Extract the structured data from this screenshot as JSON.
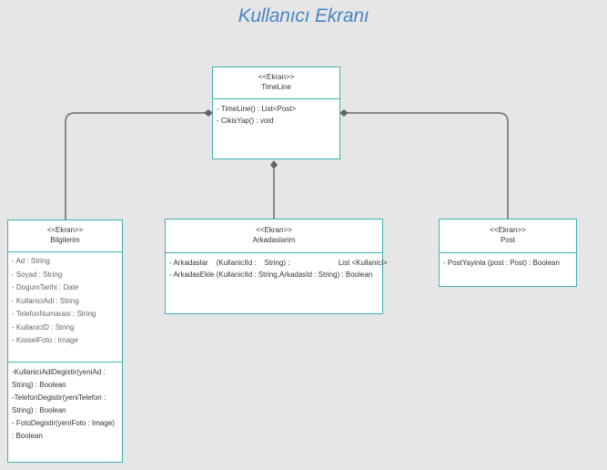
{
  "title": "Kullanıcı Ekranı",
  "classes": {
    "timeline": {
      "stereotype": "<<Ekran>>",
      "name": "TimeLine",
      "methods": [
        "- TimeLine() : List<Post>",
        "- CikisYap() : void"
      ]
    },
    "bilgilerim": {
      "stereotype": "<<Ekran>>",
      "name": "Bilgilerim",
      "attributes": [
        "- Ad : String",
        "- Soyad : String",
        "- DogumTarihi : Date",
        "- KullaniciAdi : String",
        "- TelefonNumarasi : String",
        "- KullanicID : String",
        "- KisiselFoto : Image"
      ],
      "methods": [
        "-KullaniciAdiDegistir(yeniAd : String) : Boolean",
        "-TelefonDegistir(yeniTelefon : String) : Boolean",
        "- FotoDegistir(yeniFoto : Image) : Boolean"
      ]
    },
    "arkadaslarim": {
      "stereotype": "<<Ekran>>",
      "name": "Arkadaslarim",
      "methods": [
        "- Arkadaslar    (KullanicIId :    String) :                        List <Kullanici>",
        "- ArkadasEkle (KullanicIId : String,ArkadasId : String) : Boolean"
      ]
    },
    "post": {
      "stereotype": "<<Ekran>>",
      "name": "Post",
      "methods": [
        "- PostYayinla (post : Post) : Boolean"
      ]
    }
  },
  "connectors": [
    {
      "from": "timeline",
      "to": "bilgilerim",
      "type": "composition"
    },
    {
      "from": "timeline",
      "to": "arkadaslarim",
      "type": "composition"
    },
    {
      "from": "timeline",
      "to": "post",
      "type": "composition"
    }
  ],
  "colors": {
    "title": "#4a86c5",
    "border": "#3fb1b4",
    "line": "#888888",
    "background": "#e6e6e6"
  }
}
